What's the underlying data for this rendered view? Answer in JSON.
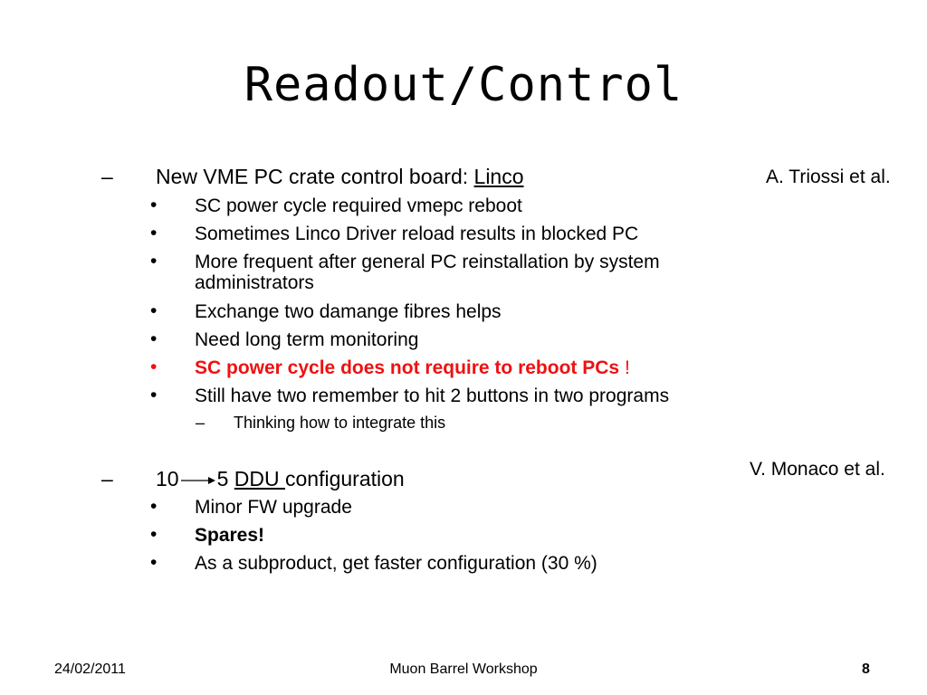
{
  "slide": {
    "title": "Readout/Control",
    "section1": {
      "marker": "–",
      "text": "New VME PC crate control board: ",
      "link_text": "Linco",
      "author": "A. Triossi et al.",
      "bullets": [
        {
          "marker": "•",
          "text": "SC power cycle required vmepc reboot"
        },
        {
          "marker": "•",
          "text": "Sometimes Linco Driver reload results in  blocked PC"
        },
        {
          "marker": "•",
          "text": "More frequent after general PC reinstallation by system",
          "text2": "administrators"
        },
        {
          "marker": "•",
          "text": "Exchange two damange fibres helps"
        },
        {
          "marker": "•",
          "text": "Need long term monitoring"
        },
        {
          "marker": "•",
          "text": "SC power cycle does not require to reboot PCs",
          "suffix": " !"
        },
        {
          "marker": "•",
          "text": "Still have two remember to hit 2 buttons in two programs"
        }
      ],
      "sub": {
        "marker": "–",
        "text": "Thinking how to integrate this"
      }
    },
    "section2": {
      "marker": "–",
      "from": "10",
      "to": "5",
      "link_text": "DDU ",
      "rest": "configuration",
      "author": "V. Monaco et al.",
      "bullets": [
        {
          "marker": "•",
          "text": "Minor FW upgrade"
        },
        {
          "marker": "•",
          "text": "Spares!"
        },
        {
          "marker": "•",
          "text": "As a subproduct, get faster configuration  (30 %)"
        }
      ]
    }
  },
  "footer": {
    "date": "24/02/2011",
    "event": "Muon Barrel  Workshop",
    "page": "8"
  },
  "colors": {
    "highlight": "#ee1111",
    "text": "#000000",
    "background": "#ffffff"
  }
}
